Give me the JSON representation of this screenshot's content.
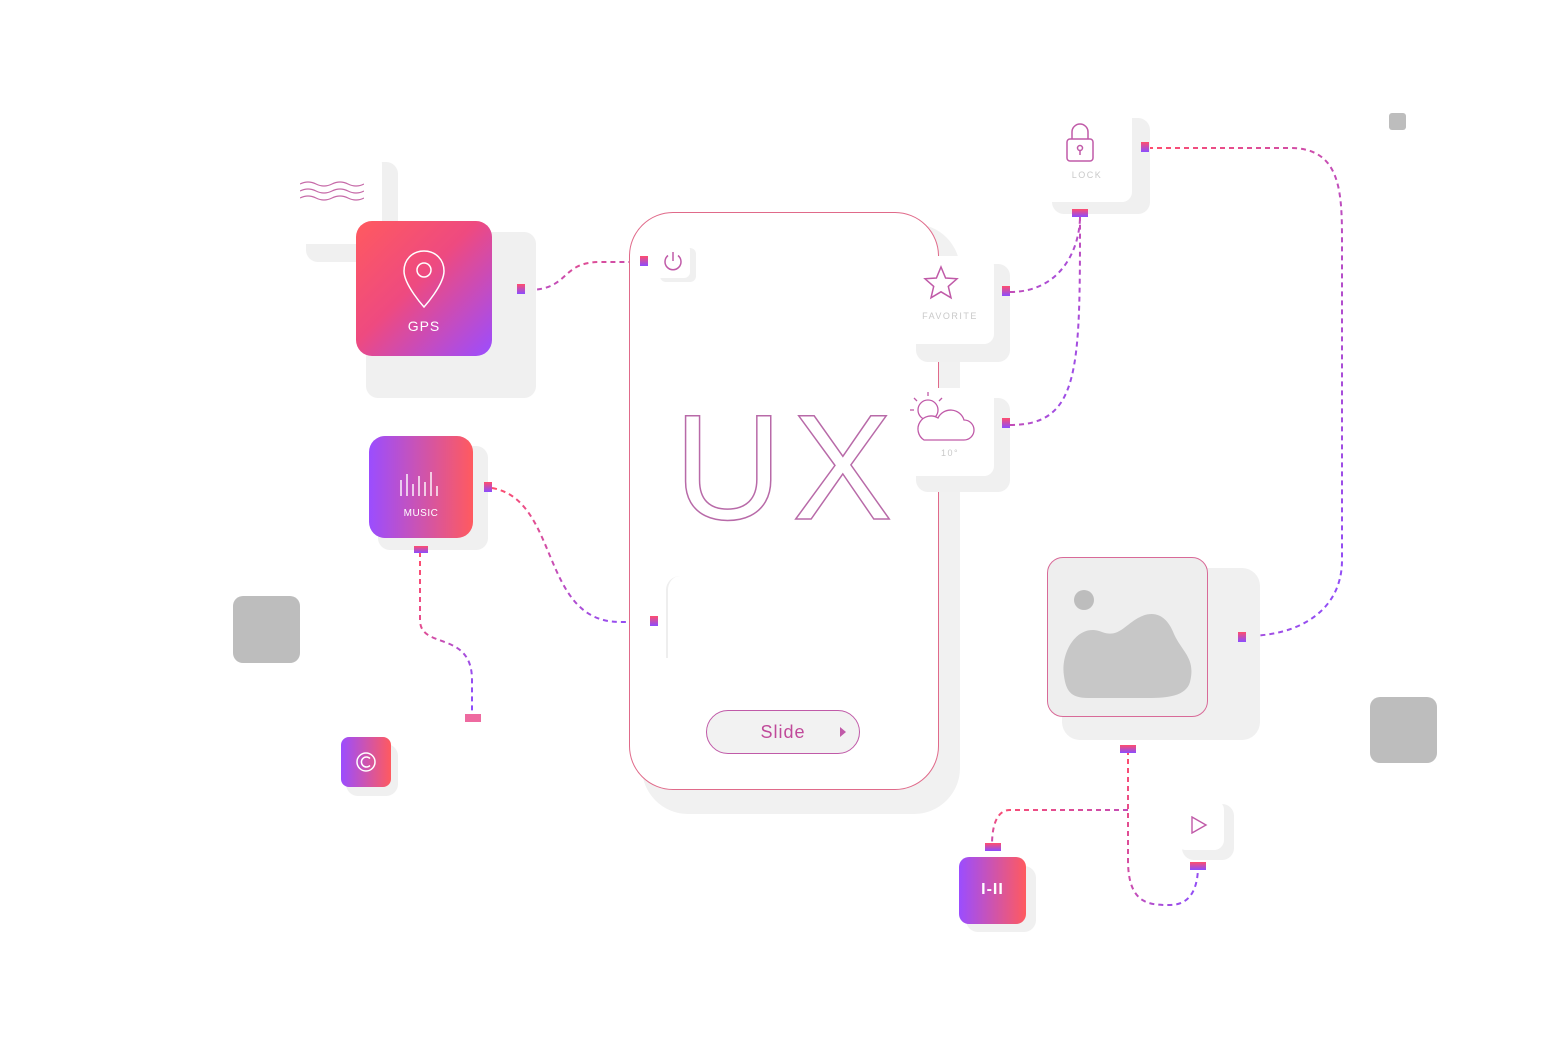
{
  "hero": {
    "text": "UX"
  },
  "slide_button": {
    "label": "Slide"
  },
  "tiles": {
    "gps": {
      "label": "GPS"
    },
    "music": {
      "label": "MUSIC"
    },
    "favorite": {
      "label": "FAVORITE"
    },
    "lock": {
      "label": "LOCK"
    },
    "weather": {
      "label": "10°"
    },
    "counter": {
      "label": "I-II"
    }
  },
  "colors": {
    "gradient_start": "#ff5a5f",
    "gradient_end": "#9b4dff",
    "line_red": "#ff4d6d",
    "line_purple": "#8a4dff",
    "tile_grey": "#bdbdbd"
  },
  "icons": [
    "waves-icon",
    "location-pin-icon",
    "power-icon",
    "star-icon",
    "lock-icon",
    "weather-icon",
    "music-bars-icon",
    "image-icon",
    "play-icon",
    "copyright-icon"
  ]
}
